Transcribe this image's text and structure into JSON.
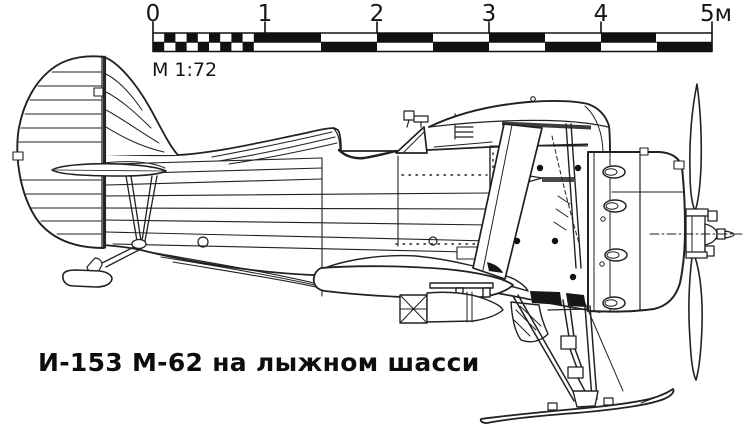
{
  "caption": {
    "text": "И-153 М-62 на лыжном шасси"
  },
  "scale_bar": {
    "labels": [
      "0",
      "1",
      "2",
      "3",
      "4",
      "5м"
    ],
    "scale_text": "М 1:72"
  },
  "colors": {
    "ink": "#212121",
    "paper": "#ffffff",
    "fill_black": "#161616"
  }
}
